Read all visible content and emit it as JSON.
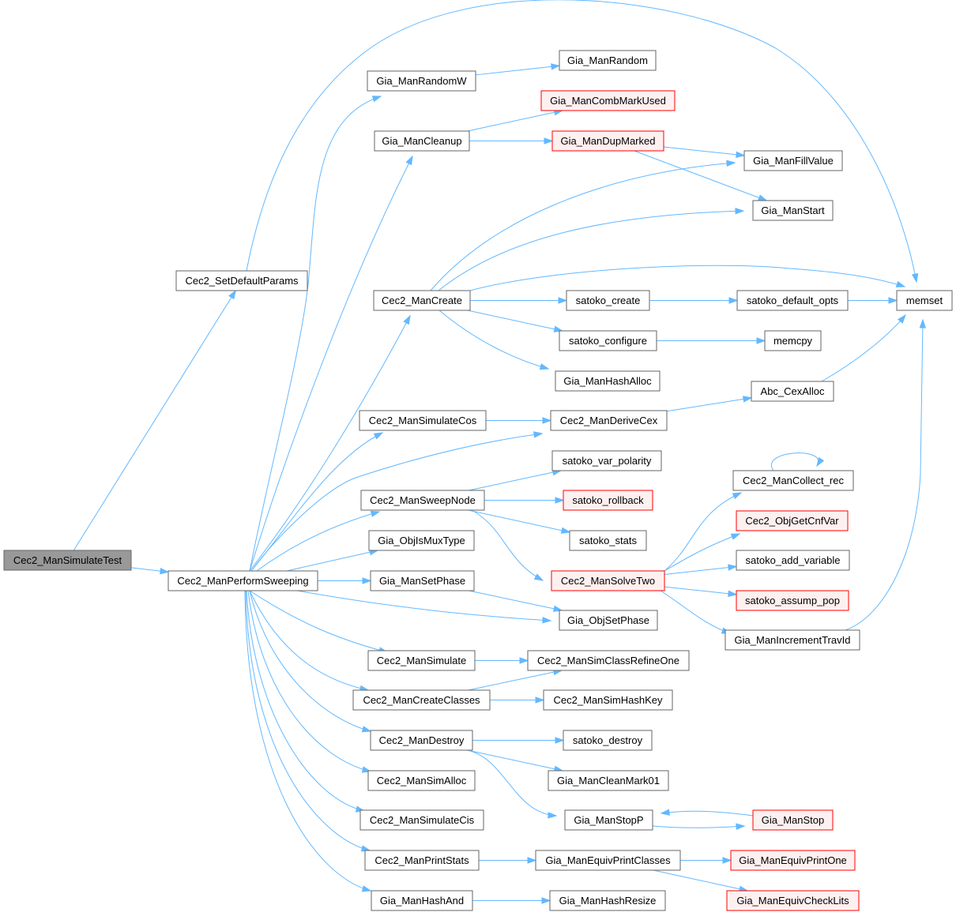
{
  "diagram": {
    "colors": {
      "root_fill": "#999999",
      "node_fill": "#ffffff",
      "node_border": "#666666",
      "truncated_fill": "#fff0f0",
      "truncated_border": "#ff0000",
      "edge": "#63b8ff"
    },
    "nodes": [
      {
        "id": "n_simtest",
        "label": "Cec2_ManSimulateTest",
        "style": "root"
      },
      {
        "id": "n_setdef",
        "label": "Cec2_SetDefaultParams",
        "style": "normal"
      },
      {
        "id": "n_perf",
        "label": "Cec2_ManPerformSweeping",
        "style": "normal"
      },
      {
        "id": "n_randw",
        "label": "Gia_ManRandomW",
        "style": "normal"
      },
      {
        "id": "n_random",
        "label": "Gia_ManRandom",
        "style": "normal"
      },
      {
        "id": "n_cleanup",
        "label": "Gia_ManCleanup",
        "style": "normal"
      },
      {
        "id": "n_comb",
        "label": "Gia_ManCombMarkUsed",
        "style": "truncated"
      },
      {
        "id": "n_dupm",
        "label": "Gia_ManDupMarked",
        "style": "truncated"
      },
      {
        "id": "n_fill",
        "label": "Gia_ManFillValue",
        "style": "normal"
      },
      {
        "id": "n_start",
        "label": "Gia_ManStart",
        "style": "normal"
      },
      {
        "id": "n_create",
        "label": "Cec2_ManCreate",
        "style": "normal"
      },
      {
        "id": "n_sat_create",
        "label": "satoko_create",
        "style": "normal"
      },
      {
        "id": "n_sat_def",
        "label": "satoko_default_opts",
        "style": "normal"
      },
      {
        "id": "n_memset",
        "label": "memset",
        "style": "normal"
      },
      {
        "id": "n_sat_conf",
        "label": "satoko_configure",
        "style": "normal"
      },
      {
        "id": "n_memcpy",
        "label": "memcpy",
        "style": "normal"
      },
      {
        "id": "n_hashalloc",
        "label": "Gia_ManHashAlloc",
        "style": "normal"
      },
      {
        "id": "n_cexalloc",
        "label": "Abc_CexAlloc",
        "style": "normal"
      },
      {
        "id": "n_simcos",
        "label": "Cec2_ManSimulateCos",
        "style": "normal"
      },
      {
        "id": "n_derive",
        "label": "Cec2_ManDeriveCex",
        "style": "normal"
      },
      {
        "id": "n_sat_varpol",
        "label": "satoko_var_polarity",
        "style": "normal"
      },
      {
        "id": "n_sweep",
        "label": "Cec2_ManSweepNode",
        "style": "normal"
      },
      {
        "id": "n_sat_roll",
        "label": "satoko_rollback",
        "style": "truncated"
      },
      {
        "id": "n_collect",
        "label": "Cec2_ManCollect_rec",
        "style": "normal"
      },
      {
        "id": "n_cnfvar",
        "label": "Cec2_ObjGetCnfVar",
        "style": "truncated"
      },
      {
        "id": "n_sat_stats",
        "label": "satoko_stats",
        "style": "normal"
      },
      {
        "id": "n_ismux",
        "label": "Gia_ObjIsMuxType",
        "style": "normal"
      },
      {
        "id": "n_sat_addvar",
        "label": "satoko_add_variable",
        "style": "normal"
      },
      {
        "id": "n_solve2",
        "label": "Cec2_ManSolveTwo",
        "style": "truncated"
      },
      {
        "id": "n_setphase",
        "label": "Gia_ManSetPhase",
        "style": "normal"
      },
      {
        "id": "n_sat_assump",
        "label": "satoko_assump_pop",
        "style": "truncated"
      },
      {
        "id": "n_objsetphase",
        "label": "Gia_ObjSetPhase",
        "style": "normal"
      },
      {
        "id": "n_inctrav",
        "label": "Gia_ManIncrementTravId",
        "style": "normal"
      },
      {
        "id": "n_simulate",
        "label": "Cec2_ManSimulate",
        "style": "normal"
      },
      {
        "id": "n_refine",
        "label": "Cec2_ManSimClassRefineOne",
        "style": "normal"
      },
      {
        "id": "n_createcls",
        "label": "Cec2_ManCreateClasses",
        "style": "normal"
      },
      {
        "id": "n_simhash",
        "label": "Cec2_ManSimHashKey",
        "style": "normal"
      },
      {
        "id": "n_destroy",
        "label": "Cec2_ManDestroy",
        "style": "normal"
      },
      {
        "id": "n_sat_destroy",
        "label": "satoko_destroy",
        "style": "normal"
      },
      {
        "id": "n_simalloc",
        "label": "Cec2_ManSimAlloc",
        "style": "normal"
      },
      {
        "id": "n_cleanmark",
        "label": "Gia_ManCleanMark01",
        "style": "normal"
      },
      {
        "id": "n_simcis",
        "label": "Cec2_ManSimulateCis",
        "style": "normal"
      },
      {
        "id": "n_stopp",
        "label": "Gia_ManStopP",
        "style": "normal"
      },
      {
        "id": "n_stop",
        "label": "Gia_ManStop",
        "style": "truncated"
      },
      {
        "id": "n_printstats",
        "label": "Cec2_ManPrintStats",
        "style": "normal"
      },
      {
        "id": "n_equivprint",
        "label": "Gia_ManEquivPrintClasses",
        "style": "normal"
      },
      {
        "id": "n_equivone",
        "label": "Gia_ManEquivPrintOne",
        "style": "truncated"
      },
      {
        "id": "n_equivcheck",
        "label": "Gia_ManEquivCheckLits",
        "style": "truncated"
      },
      {
        "id": "n_hashand",
        "label": "Gia_ManHashAnd",
        "style": "normal"
      },
      {
        "id": "n_hashresize",
        "label": "Gia_ManHashResize",
        "style": "normal"
      }
    ],
    "edges": [
      {
        "from": "n_simtest",
        "to": "n_setdef"
      },
      {
        "from": "n_simtest",
        "to": "n_perf"
      },
      {
        "from": "n_setdef",
        "to": "n_memset"
      },
      {
        "from": "n_perf",
        "to": "n_randw"
      },
      {
        "from": "n_randw",
        "to": "n_random"
      },
      {
        "from": "n_perf",
        "to": "n_cleanup"
      },
      {
        "from": "n_cleanup",
        "to": "n_comb"
      },
      {
        "from": "n_cleanup",
        "to": "n_dupm"
      },
      {
        "from": "n_dupm",
        "to": "n_fill"
      },
      {
        "from": "n_dupm",
        "to": "n_start"
      },
      {
        "from": "n_perf",
        "to": "n_create"
      },
      {
        "from": "n_create",
        "to": "n_fill"
      },
      {
        "from": "n_create",
        "to": "n_start"
      },
      {
        "from": "n_create",
        "to": "n_memset"
      },
      {
        "from": "n_create",
        "to": "n_sat_create"
      },
      {
        "from": "n_sat_create",
        "to": "n_sat_def"
      },
      {
        "from": "n_sat_def",
        "to": "n_memset"
      },
      {
        "from": "n_create",
        "to": "n_sat_conf"
      },
      {
        "from": "n_sat_conf",
        "to": "n_memcpy"
      },
      {
        "from": "n_create",
        "to": "n_hashalloc"
      },
      {
        "from": "n_perf",
        "to": "n_simcos"
      },
      {
        "from": "n_simcos",
        "to": "n_derive"
      },
      {
        "from": "n_perf",
        "to": "n_derive"
      },
      {
        "from": "n_derive",
        "to": "n_cexalloc"
      },
      {
        "from": "n_cexalloc",
        "to": "n_memset"
      },
      {
        "from": "n_perf",
        "to": "n_sweep"
      },
      {
        "from": "n_sweep",
        "to": "n_sat_varpol"
      },
      {
        "from": "n_sweep",
        "to": "n_sat_roll"
      },
      {
        "from": "n_sweep",
        "to": "n_sat_stats"
      },
      {
        "from": "n_sweep",
        "to": "n_solve2"
      },
      {
        "from": "n_solve2",
        "to": "n_collect"
      },
      {
        "from": "n_collect",
        "to": "n_collect"
      },
      {
        "from": "n_solve2",
        "to": "n_cnfvar"
      },
      {
        "from": "n_solve2",
        "to": "n_sat_addvar"
      },
      {
        "from": "n_solve2",
        "to": "n_sat_assump"
      },
      {
        "from": "n_solve2",
        "to": "n_inctrav"
      },
      {
        "from": "n_inctrav",
        "to": "n_memset"
      },
      {
        "from": "n_perf",
        "to": "n_ismux"
      },
      {
        "from": "n_perf",
        "to": "n_setphase"
      },
      {
        "from": "n_setphase",
        "to": "n_objsetphase"
      },
      {
        "from": "n_perf",
        "to": "n_objsetphase"
      },
      {
        "from": "n_perf",
        "to": "n_simulate"
      },
      {
        "from": "n_simulate",
        "to": "n_refine"
      },
      {
        "from": "n_perf",
        "to": "n_createcls"
      },
      {
        "from": "n_createcls",
        "to": "n_refine"
      },
      {
        "from": "n_createcls",
        "to": "n_simhash"
      },
      {
        "from": "n_perf",
        "to": "n_destroy"
      },
      {
        "from": "n_destroy",
        "to": "n_sat_destroy"
      },
      {
        "from": "n_destroy",
        "to": "n_cleanmark"
      },
      {
        "from": "n_destroy",
        "to": "n_stopp"
      },
      {
        "from": "n_stopp",
        "to": "n_stop"
      },
      {
        "from": "n_stop",
        "to": "n_stopp"
      },
      {
        "from": "n_perf",
        "to": "n_simalloc"
      },
      {
        "from": "n_perf",
        "to": "n_simcis"
      },
      {
        "from": "n_perf",
        "to": "n_printstats"
      },
      {
        "from": "n_printstats",
        "to": "n_equivprint"
      },
      {
        "from": "n_equivprint",
        "to": "n_equivone"
      },
      {
        "from": "n_equivprint",
        "to": "n_equivcheck"
      },
      {
        "from": "n_perf",
        "to": "n_hashand"
      },
      {
        "from": "n_hashand",
        "to": "n_hashresize"
      }
    ]
  }
}
